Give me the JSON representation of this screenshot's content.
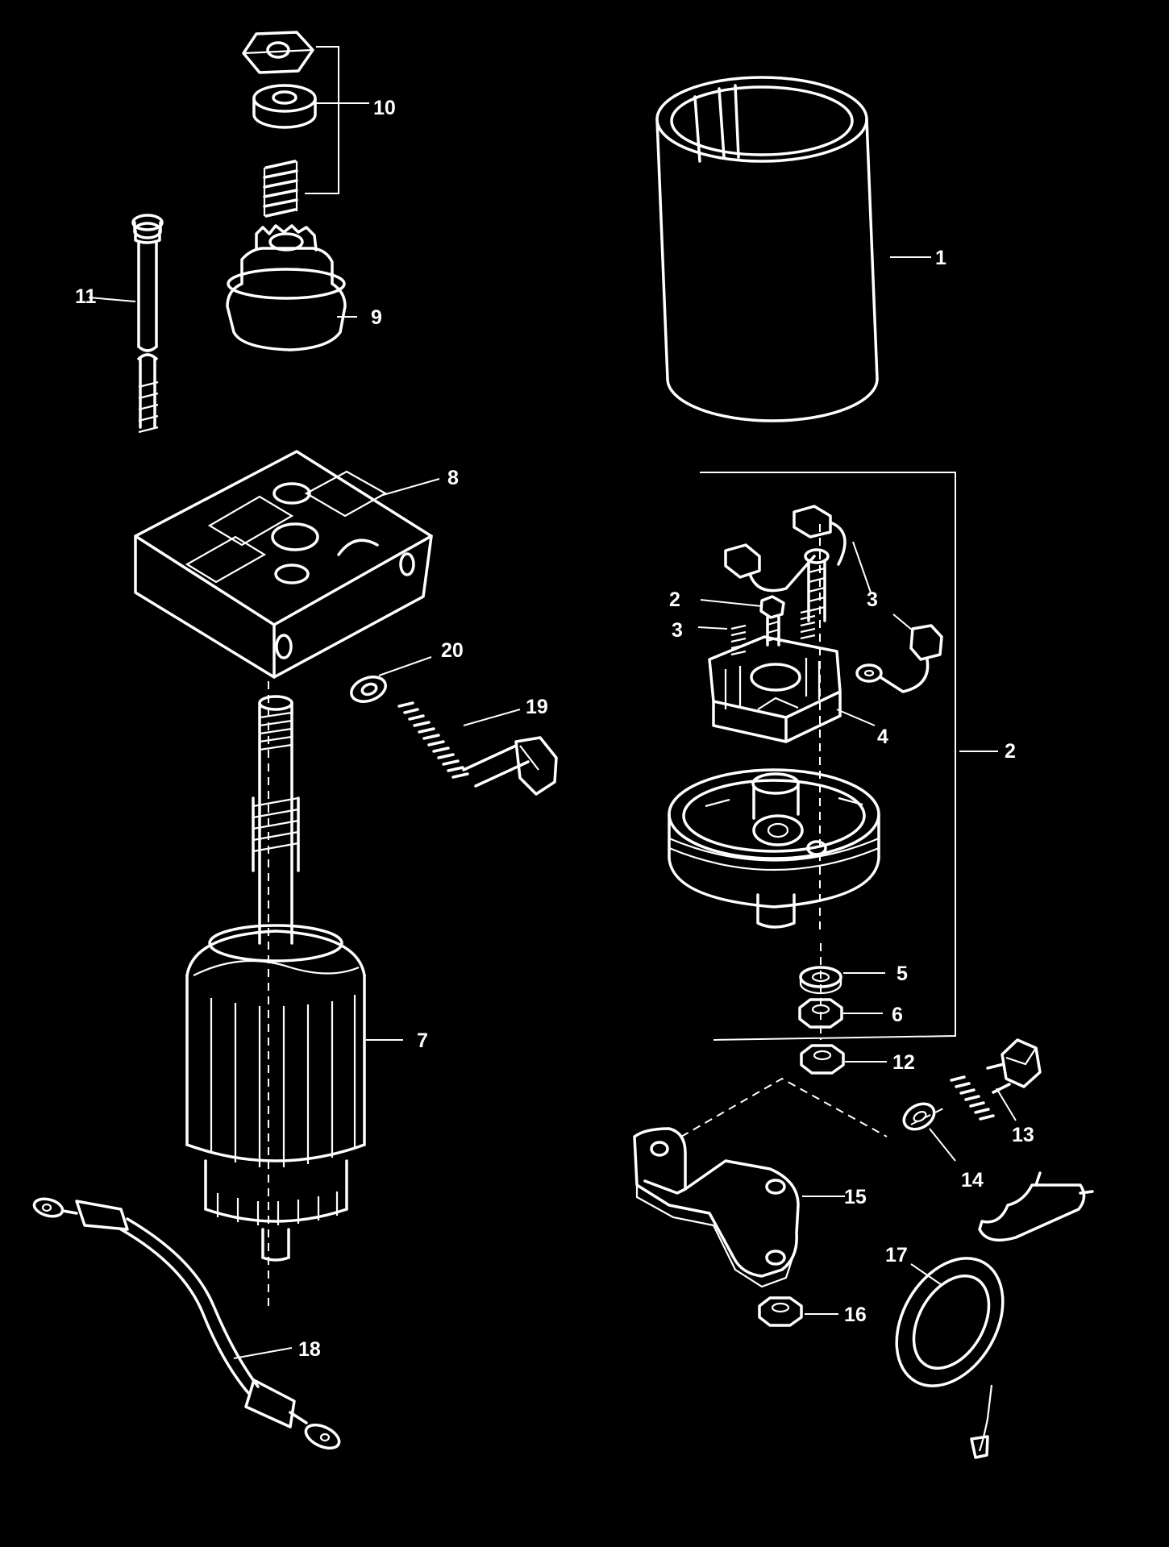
{
  "diagram": {
    "callouts": {
      "c1": "1",
      "c2a": "2",
      "c2b": "2",
      "c3a": "3",
      "c3b": "3",
      "c4": "4",
      "c5": "5",
      "c6": "6",
      "c7": "7",
      "c8": "8",
      "c9": "9",
      "c10": "10",
      "c11": "11",
      "c12": "12",
      "c13": "13",
      "c14": "14",
      "c15": "15",
      "c16": "16",
      "c17": "17",
      "c18": "18",
      "c19": "19",
      "c20": "20"
    }
  },
  "colors": {
    "background": "#000000",
    "line": "#ffffff"
  }
}
